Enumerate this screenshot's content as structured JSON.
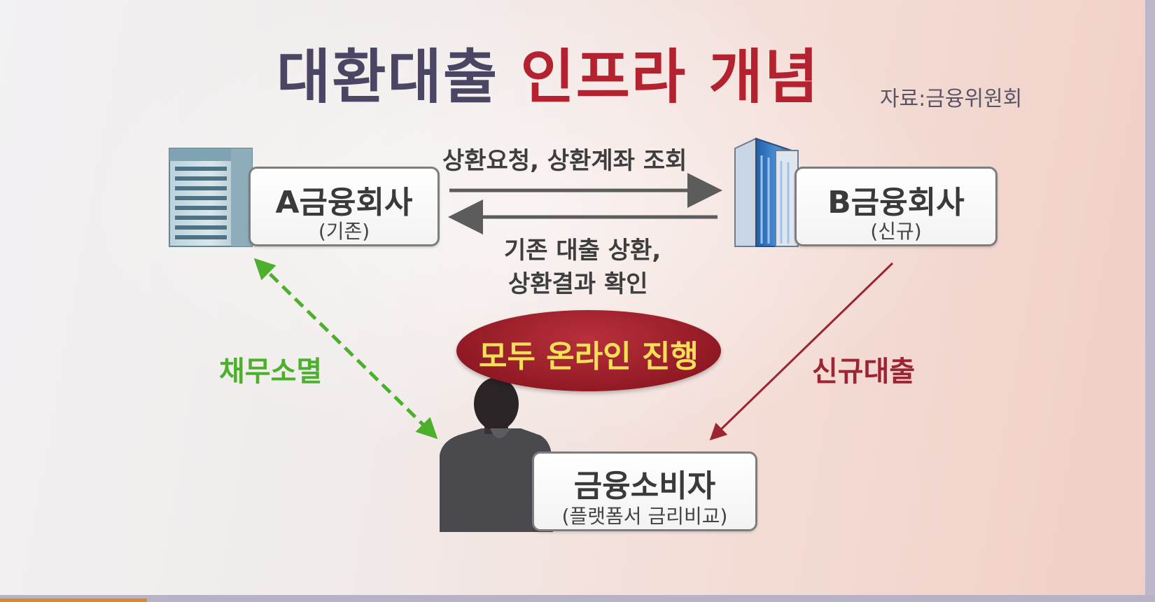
{
  "title": {
    "part1": "대환대출",
    "part2": "인프라 개념"
  },
  "source": "자료:금융위원회",
  "nodes": {
    "company_a": {
      "name": "A금융회사",
      "sub": "(기존)"
    },
    "company_b": {
      "name": "B금융회사",
      "sub": "(신규)"
    },
    "consumer": {
      "name": "금융소비자",
      "sub": "(플랫폼서 금리비교)"
    }
  },
  "edges": {
    "request": "상환요청, 상환계좌 조회",
    "repay_line1": "기존 대출 상환,",
    "repay_line2": "상환결과 확인",
    "debt_extinction": "채무소멸",
    "new_loan": "신규대출"
  },
  "center_badge": "모두 온라인 진행",
  "colors": {
    "title_dark": "#4b4663",
    "title_red": "#b5222f",
    "green_arrow": "#4cb02c",
    "red_arrow": "#9b2530",
    "badge_fill": "#a6232e",
    "badge_text": "#f6e05a"
  }
}
